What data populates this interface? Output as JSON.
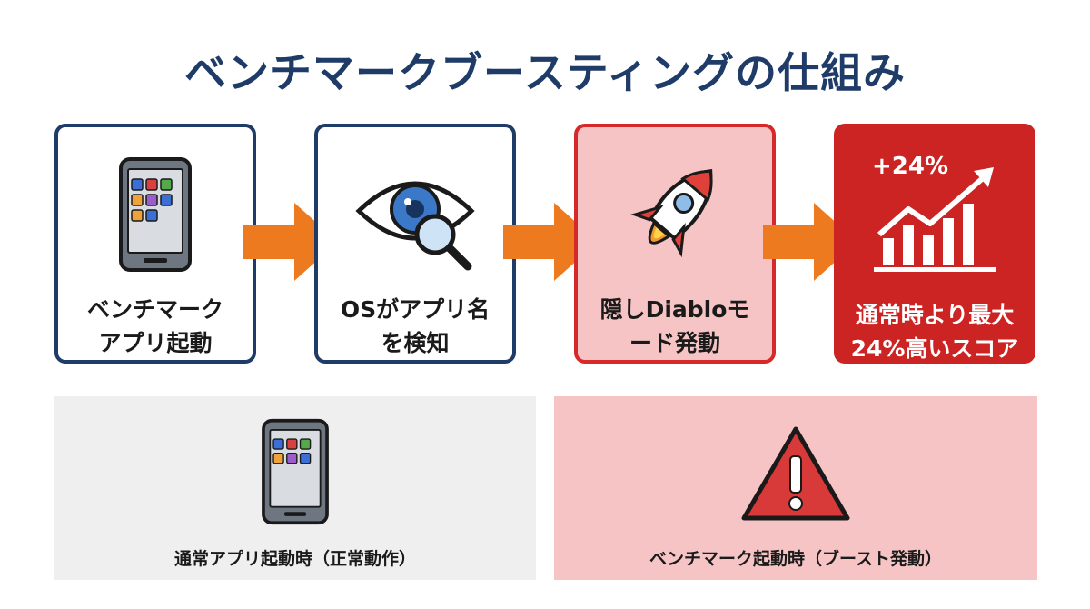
{
  "title": "ベンチマークブースティングの仕組み",
  "steps": [
    {
      "line1": "ベンチマーク",
      "line2": "アプリ起動",
      "icon": "smartphone-icon"
    },
    {
      "line1": "OSがアプリ名",
      "line2": "を検知",
      "icon": "eye-magnifier-icon"
    },
    {
      "line1": "隠しDiabloモ",
      "line2": "ード発動",
      "icon": "rocket-icon"
    },
    {
      "line1": "通常時より最大",
      "line2": "24%高いスコア",
      "icon": "growth-chart-icon",
      "badge": "+24%"
    }
  ],
  "panels": [
    {
      "label": "通常アプリ起動時（正常動作）",
      "icon": "smartphone-icon"
    },
    {
      "label": "ベンチマーク起動時（ブースト発動）",
      "icon": "warning-icon"
    }
  ],
  "colors": {
    "navy": "#1f3b68",
    "orange": "#ee7a1f",
    "red": "#cc2323",
    "pink": "#f6c4c4",
    "gray": "#efefef"
  }
}
